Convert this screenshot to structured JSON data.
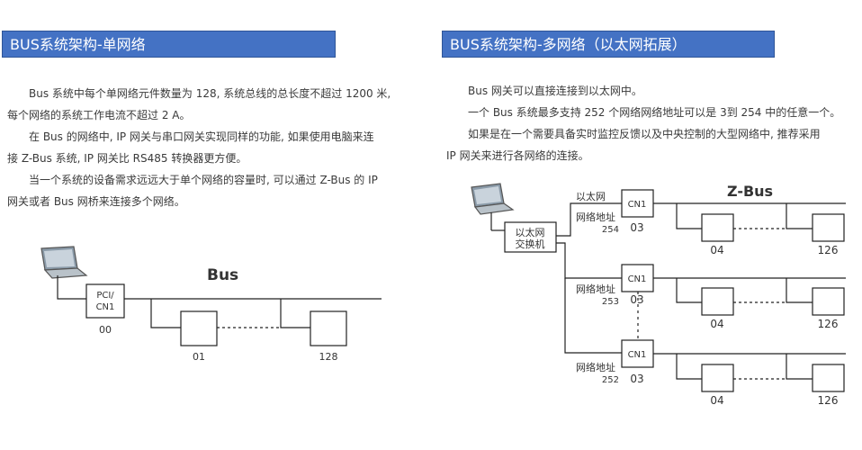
{
  "left": {
    "header": "BUS系统架构-单网络",
    "paragraphs": [
      "Bus 系统中每个单网络元件数量为 128, 系统总线的总长度不超过 1200 米,",
      "每个网络的系统工作电流不超过 2 A。",
      "在 Bus 的网络中, IP   网关与串口网关实现同样的功能, 如果使用电脑来连",
      "接 Z-Bus 系统, IP 网关比 RS485  转换器更方便。",
      "当一个系统的设备需求远远大于单个网络的容量时, 可以通过   Z-Bus 的 IP",
      "网关或者 Bus 网桥来连接多个网络。"
    ],
    "diagram": {
      "bus_label": "Bus",
      "gateway_line1": "PCI/",
      "gateway_line2": "CN1",
      "gateway_id": "00",
      "node_a_id": "01",
      "node_b_id": "128"
    }
  },
  "right": {
    "header": "BUS系统架构-多网络（以太网拓展）",
    "paragraphs": [
      "Bus 网关可以直接连接到以太网中。",
      "一个 Bus 系统最多支持 252 个网络网络地址可以是   3到 254 中的任意一个。",
      "如果是在一个需要具备实时监控反馈以及中央控制的大型网络中, 推荐采用",
      "IP 网关来进行各网络的连接。"
    ],
    "diagram": {
      "bus_label": "Z-Bus",
      "ethernet_label": "以太网",
      "switch_line1": "以太网",
      "switch_line2": "交换机",
      "rows": [
        {
          "gateway": "CN1",
          "addr_label": "网络地址",
          "addr": "254",
          "gateway_id": "03",
          "node_a": "04",
          "node_b": "126"
        },
        {
          "gateway": "CN1",
          "addr_label": "网络地址",
          "addr": "253",
          "gateway_id": "03",
          "node_a": "04",
          "node_b": "126"
        },
        {
          "gateway": "CN1",
          "addr_label": "网络地址",
          "addr": "252",
          "gateway_id": "03",
          "node_a": "04",
          "node_b": "126"
        }
      ]
    }
  },
  "colors": {
    "header_bg": "#4472c4",
    "header_text": "#ffffff",
    "line": "#222222"
  }
}
